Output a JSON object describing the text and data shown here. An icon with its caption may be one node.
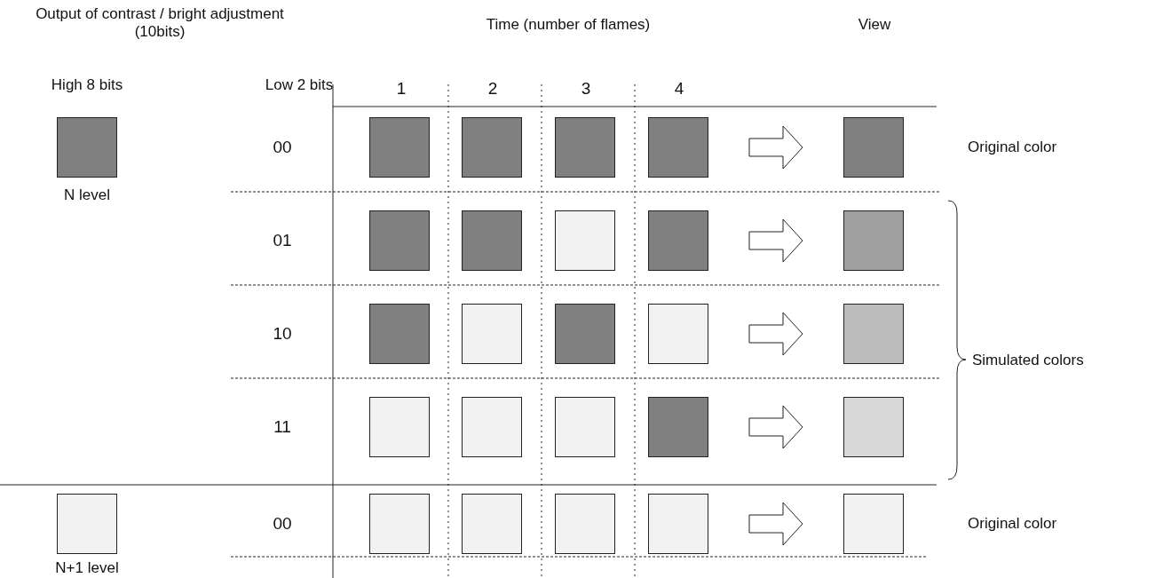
{
  "diagram": {
    "nodes": [
      {
        "text": [],
        "shape": "box",
        "beside": [
          "N level"
        ]
      },
      {
        "text": [],
        "shape": "box"
      },
      {
        "text": [],
        "shape": "box"
      },
      {
        "text": [],
        "shape": "box"
      },
      {
        "text": [],
        "shape": "box"
      },
      {
        "text": [],
        "shape": "box"
      },
      {
        "text": [],
        "shape": "box"
      },
      {
        "text": [],
        "shape": "box"
      },
      {
        "text": [],
        "shape": "box"
      },
      {
        "text": [],
        "shape": "box"
      },
      {
        "text": [],
        "shape": "box"
      },
      {
        "text": [],
        "shape": "box"
      },
      {
        "text": [],
        "shape": "box"
      },
      {
        "text": [],
        "shape": "box"
      },
      {
        "text": [],
        "shape": "box"
      },
      {
        "text": [],
        "shape": "box"
      },
      {
        "text": [],
        "shape": "box"
      },
      {
        "text": [],
        "shape": "box"
      },
      {
        "text": [],
        "shape": "box"
      },
      {
        "text": [],
        "shape": "box"
      },
      {
        "text": [],
        "shape": "box"
      },
      {
        "text": [],
        "shape": "box",
        "beside": [
          "N+1 level"
        ]
      },
      {
        "text": [],
        "shape": "box"
      },
      {
        "text": [],
        "shape": "box"
      },
      {
        "text": [],
        "shape": "box"
      },
      {
        "text": [],
        "shape": "box"
      },
      {
        "text": [],
        "shape": "box"
      }
    ],
    "edges": [
      {
        "from": 4,
        "to": 5,
        "arrow": "to"
      },
      {
        "from": 9,
        "to": 10,
        "arrow": "to"
      },
      {
        "from": 14,
        "to": 15,
        "arrow": "to"
      },
      {
        "from": 19,
        "to": 20,
        "arrow": "to"
      },
      {
        "from": 25,
        "to": 26,
        "arrow": "to"
      }
    ],
    "labels": [
      "Output of contrast / bright adjustment (10bits)",
      "Time (number of flames)",
      "View",
      "High 8 bits",
      "Low 2 bits",
      "1",
      "2",
      "3",
      "4",
      "00",
      "Original color",
      "01",
      "10",
      "Simulated colors",
      "11",
      "00",
      "Original color"
    ]
  }
}
